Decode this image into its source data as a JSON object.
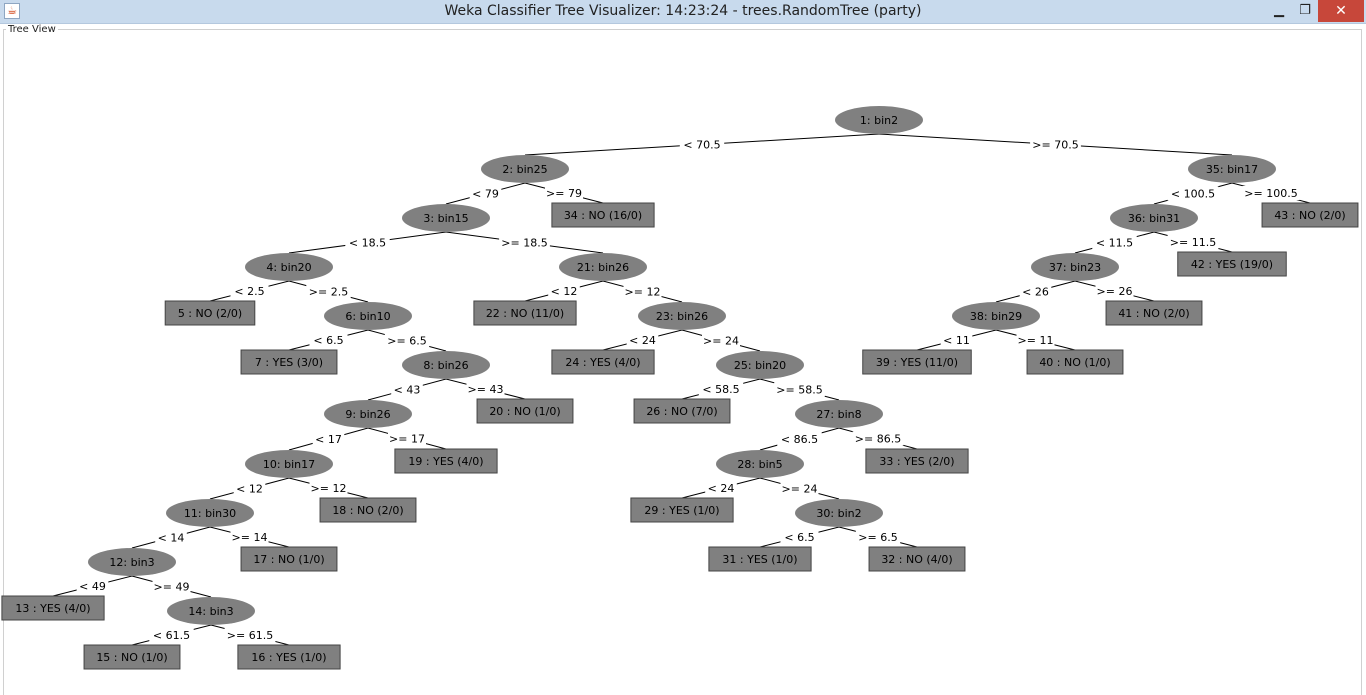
{
  "window": {
    "title": "Weka Classifier Tree Visualizer: 14:23:24 - trees.RandomTree (party)",
    "app_icon": "java-icon",
    "controls": {
      "minimize": "minimize-icon",
      "maximize": "restore-icon",
      "close": "close-icon"
    }
  },
  "panel": {
    "label": "Tree View"
  },
  "tree": {
    "nodes": [
      {
        "id": "1",
        "label": "1: bin2",
        "type": "split"
      },
      {
        "id": "2",
        "label": "2: bin25",
        "type": "split"
      },
      {
        "id": "3",
        "label": "3: bin15",
        "type": "split"
      },
      {
        "id": "4",
        "label": "4: bin20",
        "type": "split"
      },
      {
        "id": "5",
        "label": "5 : NO (2/0)",
        "type": "leaf"
      },
      {
        "id": "6",
        "label": "6: bin10",
        "type": "split"
      },
      {
        "id": "7",
        "label": "7 : YES (3/0)",
        "type": "leaf"
      },
      {
        "id": "8",
        "label": "8: bin26",
        "type": "split"
      },
      {
        "id": "9",
        "label": "9: bin26",
        "type": "split"
      },
      {
        "id": "10",
        "label": "10: bin17",
        "type": "split"
      },
      {
        "id": "11",
        "label": "11: bin30",
        "type": "split"
      },
      {
        "id": "12",
        "label": "12: bin3",
        "type": "split"
      },
      {
        "id": "13",
        "label": "13 : YES (4/0)",
        "type": "leaf"
      },
      {
        "id": "14",
        "label": "14: bin3",
        "type": "split"
      },
      {
        "id": "15",
        "label": "15 : NO (1/0)",
        "type": "leaf"
      },
      {
        "id": "16",
        "label": "16 : YES (1/0)",
        "type": "leaf"
      },
      {
        "id": "17",
        "label": "17 : NO (1/0)",
        "type": "leaf"
      },
      {
        "id": "18",
        "label": "18 : NO (2/0)",
        "type": "leaf"
      },
      {
        "id": "19",
        "label": "19 : YES (4/0)",
        "type": "leaf"
      },
      {
        "id": "20",
        "label": "20 : NO (1/0)",
        "type": "leaf"
      },
      {
        "id": "21",
        "label": "21: bin26",
        "type": "split"
      },
      {
        "id": "22",
        "label": "22 : NO (11/0)",
        "type": "leaf"
      },
      {
        "id": "23",
        "label": "23: bin26",
        "type": "split"
      },
      {
        "id": "24",
        "label": "24 : YES (4/0)",
        "type": "leaf"
      },
      {
        "id": "25",
        "label": "25: bin20",
        "type": "split"
      },
      {
        "id": "26",
        "label": "26 : NO (7/0)",
        "type": "leaf"
      },
      {
        "id": "27",
        "label": "27: bin8",
        "type": "split"
      },
      {
        "id": "28",
        "label": "28: bin5",
        "type": "split"
      },
      {
        "id": "29",
        "label": "29 : YES (1/0)",
        "type": "leaf"
      },
      {
        "id": "30",
        "label": "30: bin2",
        "type": "split"
      },
      {
        "id": "31",
        "label": "31 : YES (1/0)",
        "type": "leaf"
      },
      {
        "id": "32",
        "label": "32 : NO (4/0)",
        "type": "leaf"
      },
      {
        "id": "33",
        "label": "33 : YES (2/0)",
        "type": "leaf"
      },
      {
        "id": "34",
        "label": "34 : NO (16/0)",
        "type": "leaf"
      },
      {
        "id": "35",
        "label": "35: bin17",
        "type": "split"
      },
      {
        "id": "36",
        "label": "36: bin31",
        "type": "split"
      },
      {
        "id": "37",
        "label": "37: bin23",
        "type": "split"
      },
      {
        "id": "38",
        "label": "38: bin29",
        "type": "split"
      },
      {
        "id": "39",
        "label": "39 : YES (11/0)",
        "type": "leaf"
      },
      {
        "id": "40",
        "label": "40 : NO (1/0)",
        "type": "leaf"
      },
      {
        "id": "41",
        "label": "41 : NO (2/0)",
        "type": "leaf"
      },
      {
        "id": "42",
        "label": "42 : YES (19/0)",
        "type": "leaf"
      },
      {
        "id": "43",
        "label": "43 : NO (2/0)",
        "type": "leaf"
      }
    ],
    "edges": [
      {
        "from": "1",
        "to": "2",
        "label": "< 70.5"
      },
      {
        "from": "1",
        "to": "35",
        "label": ">= 70.5"
      },
      {
        "from": "2",
        "to": "3",
        "label": "< 79"
      },
      {
        "from": "2",
        "to": "34",
        "label": ">= 79"
      },
      {
        "from": "3",
        "to": "4",
        "label": "< 18.5"
      },
      {
        "from": "3",
        "to": "21",
        "label": ">= 18.5"
      },
      {
        "from": "4",
        "to": "5",
        "label": "< 2.5"
      },
      {
        "from": "4",
        "to": "6",
        "label": ">= 2.5"
      },
      {
        "from": "6",
        "to": "7",
        "label": "< 6.5"
      },
      {
        "from": "6",
        "to": "8",
        "label": ">= 6.5"
      },
      {
        "from": "8",
        "to": "9",
        "label": "< 43"
      },
      {
        "from": "8",
        "to": "20",
        "label": ">= 43"
      },
      {
        "from": "9",
        "to": "10",
        "label": "< 17"
      },
      {
        "from": "9",
        "to": "19",
        "label": ">= 17"
      },
      {
        "from": "10",
        "to": "11",
        "label": "< 12"
      },
      {
        "from": "10",
        "to": "18",
        "label": ">= 12"
      },
      {
        "from": "11",
        "to": "12",
        "label": "< 14"
      },
      {
        "from": "11",
        "to": "17",
        "label": ">= 14"
      },
      {
        "from": "12",
        "to": "13",
        "label": "< 49"
      },
      {
        "from": "12",
        "to": "14",
        "label": ">= 49"
      },
      {
        "from": "14",
        "to": "15",
        "label": "< 61.5"
      },
      {
        "from": "14",
        "to": "16",
        "label": ">= 61.5"
      },
      {
        "from": "21",
        "to": "22",
        "label": "< 12"
      },
      {
        "from": "21",
        "to": "23",
        "label": ">= 12"
      },
      {
        "from": "23",
        "to": "24",
        "label": "< 24"
      },
      {
        "from": "23",
        "to": "25",
        "label": ">= 24"
      },
      {
        "from": "25",
        "to": "26",
        "label": "< 58.5"
      },
      {
        "from": "25",
        "to": "27",
        "label": ">= 58.5"
      },
      {
        "from": "27",
        "to": "28",
        "label": "< 86.5"
      },
      {
        "from": "27",
        "to": "33",
        "label": ">= 86.5"
      },
      {
        "from": "28",
        "to": "29",
        "label": "< 24"
      },
      {
        "from": "28",
        "to": "30",
        "label": ">= 24"
      },
      {
        "from": "30",
        "to": "31",
        "label": "< 6.5"
      },
      {
        "from": "30",
        "to": "32",
        "label": ">= 6.5"
      },
      {
        "from": "35",
        "to": "36",
        "label": "< 100.5"
      },
      {
        "from": "35",
        "to": "43",
        "label": ">= 100.5"
      },
      {
        "from": "36",
        "to": "37",
        "label": "< 11.5"
      },
      {
        "from": "36",
        "to": "42",
        "label": ">= 11.5"
      },
      {
        "from": "37",
        "to": "38",
        "label": "< 26"
      },
      {
        "from": "37",
        "to": "41",
        "label": ">= 26"
      },
      {
        "from": "38",
        "to": "39",
        "label": "< 11"
      },
      {
        "from": "38",
        "to": "40",
        "label": ">= 11"
      }
    ]
  }
}
